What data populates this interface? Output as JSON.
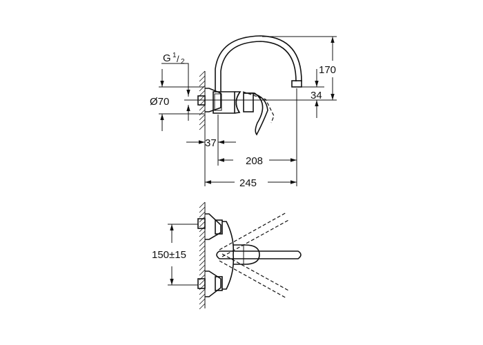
{
  "drawing": {
    "side_view": {
      "thread_label_main": "G",
      "thread_label_num": "1",
      "thread_label_den": "2",
      "diameter": "Ø70",
      "spout_height": "170",
      "outlet_height": "34",
      "wall_to_body": "37",
      "body_to_outlet": "208",
      "wall_to_outlet": "245"
    },
    "top_view": {
      "inlet_spacing": "150±15"
    }
  }
}
